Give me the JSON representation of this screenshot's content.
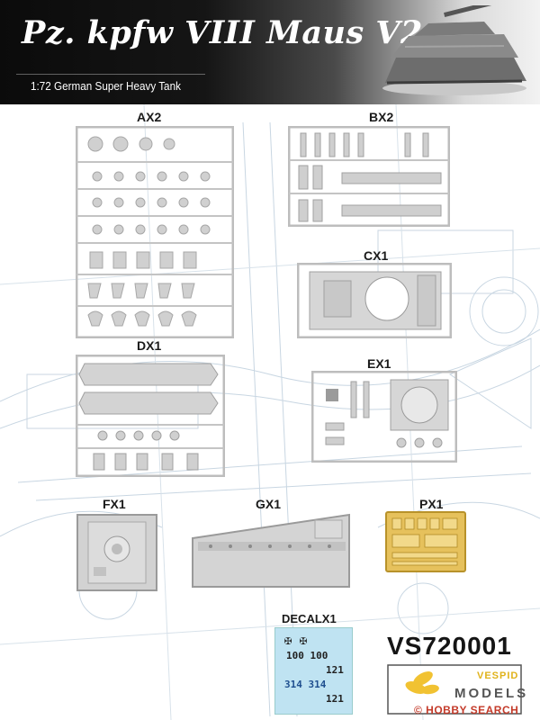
{
  "header": {
    "title": "Pz. kpfw VIII Maus V2",
    "subtitle": "1:72 German Super Heavy Tank"
  },
  "sprues": {
    "ax2": "AX2",
    "bx2": "BX2",
    "cx1": "CX1",
    "dx1": "DX1",
    "ex1": "EX1",
    "fx1": "FX1",
    "gx1": "GX1",
    "px1": "PX1",
    "decal": "DECALX1"
  },
  "decal_sheet": {
    "row1": "100 100",
    "row2": "121",
    "row3": "314 314",
    "row4": "121"
  },
  "product": {
    "code": "VS720001",
    "brand_top": "VESPID",
    "brand_bottom": "MODELS",
    "watermark": "© HOBBY SEARCH"
  },
  "colors": {
    "sprue": "#d4d4d4",
    "photo_etch": "#e6c15c",
    "decal": "#bfe3f2"
  }
}
